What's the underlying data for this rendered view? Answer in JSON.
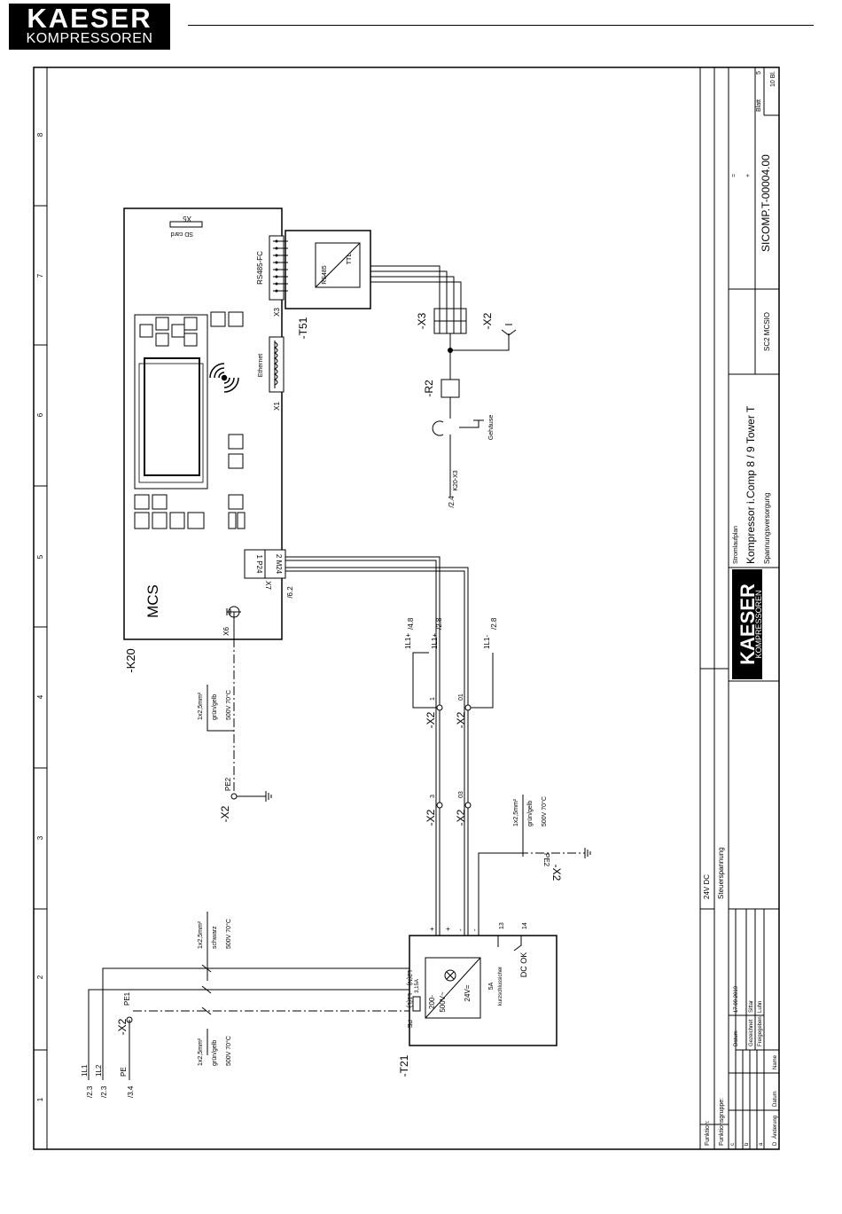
{
  "brand": {
    "line1": "KAESER",
    "line2": "KOMPRESSOREN"
  },
  "grid": {
    "columns": [
      "1",
      "2",
      "3",
      "4",
      "5",
      "6",
      "7",
      "8"
    ]
  },
  "devices": {
    "k20": {
      "tag": "-K20",
      "label": "MCS",
      "x5": "X5",
      "sd": "SD card",
      "x6": "X6",
      "x1": "X1",
      "x3": "X3",
      "x7": "X7",
      "ethernet": "Ethernet",
      "rs485fc": "RS485-FC",
      "p24": "1 P24",
      "m24": "2 M24",
      "ref62": "/6.2"
    },
    "t51": {
      "tag": "-T51",
      "rs485": "RS485",
      "ttl": "TTL"
    },
    "x3": {
      "tag": "-X3"
    },
    "x2a": {
      "tag": "-X2"
    },
    "r2": {
      "tag": "-R2"
    },
    "housing": {
      "label": "Gehäuse",
      "ref": "/2.4",
      "conn": "K20-X3"
    },
    "t21": {
      "tag": "-T21",
      "pe": "PE",
      "l1": "L1(L)",
      "l2": "L2(N)",
      "fuse": "3,15A",
      "vin1": "200-",
      "vin2": "500V~",
      "vout": "24V=",
      "amp": "5A",
      "short": "kurzschlussicher",
      "dcok": "DC OK",
      "t13": "13",
      "t14": "14",
      "plus1": "+",
      "plus2": "+",
      "minus1": "-",
      "minus2": "-"
    }
  },
  "terminals": {
    "pe2a": "-X2",
    "pe2a_pin": "PE2",
    "x2_1": "-X2",
    "x2_1_pin": "1",
    "x2_01": "-X2",
    "x2_01_pin": "01",
    "x2_3": "-X2",
    "x2_3_pin": "3",
    "x2_03": "-X2",
    "x2_03_pin": "03",
    "pe2b": "-X2",
    "pe2b_pin": "PE2",
    "pe1": "-X2",
    "pe1_pin": "PE1"
  },
  "wires": {
    "w_ge1": [
      "1x2,5mm²",
      "grün/gelb",
      "500V 70°C"
    ],
    "w_ge2": [
      "1x2,5mm²",
      "grün/gelb",
      "500V 70°C"
    ],
    "w_ge3": [
      "1x2,5mm²",
      "grün/gelb",
      "500V 70°C"
    ],
    "w_sw": [
      "1x2,5mm²",
      "schwarz",
      "500V 70°C"
    ]
  },
  "potentials": {
    "l1p_a": "1L1+",
    "l1p_a_ref": "/4.8",
    "l1p_b": "1L1+",
    "l1p_b_ref": "/2.8",
    "l1m": "1L1-",
    "l1m_ref": "/2.8",
    "in_1l1": "1L1",
    "in_1l1_ref": "/2.3",
    "in_1l2": "1L2",
    "in_1l2_ref": "/2.3",
    "in_pe": "PE",
    "in_pe_ref": "/3.4"
  },
  "bus": {
    "voltage": "24V DC",
    "name": "Steuerspannung"
  },
  "titleblock": {
    "funktion": "Funktion:",
    "funktionsgruppe": "Funktionsgruppe:",
    "rows": [
      "c",
      "b",
      "a",
      "D"
    ],
    "aenderung": "Änderung",
    "datum_col": "Datum",
    "name_col": "Name",
    "datum": "Datum",
    "datum_val": "17.09.2019",
    "gezeichnet": "Gezeichnet",
    "gezeichnet_val": "Sittar",
    "freigegeben": "Freigegeben",
    "freigegeben_val": "Luhn",
    "doc_type": "Stromlaufplan",
    "title": "Kompressor i.Comp 8 / 9 Tower T",
    "subtitle": "Spannungsversorgung",
    "sc2": "SC2 MCSIO",
    "doc_no": "SICOMP.T-00004.00",
    "eq": "=",
    "plus": "+",
    "blatt": "Blatt",
    "blatt_no": "5",
    "blatt_total": "10 Bl."
  }
}
